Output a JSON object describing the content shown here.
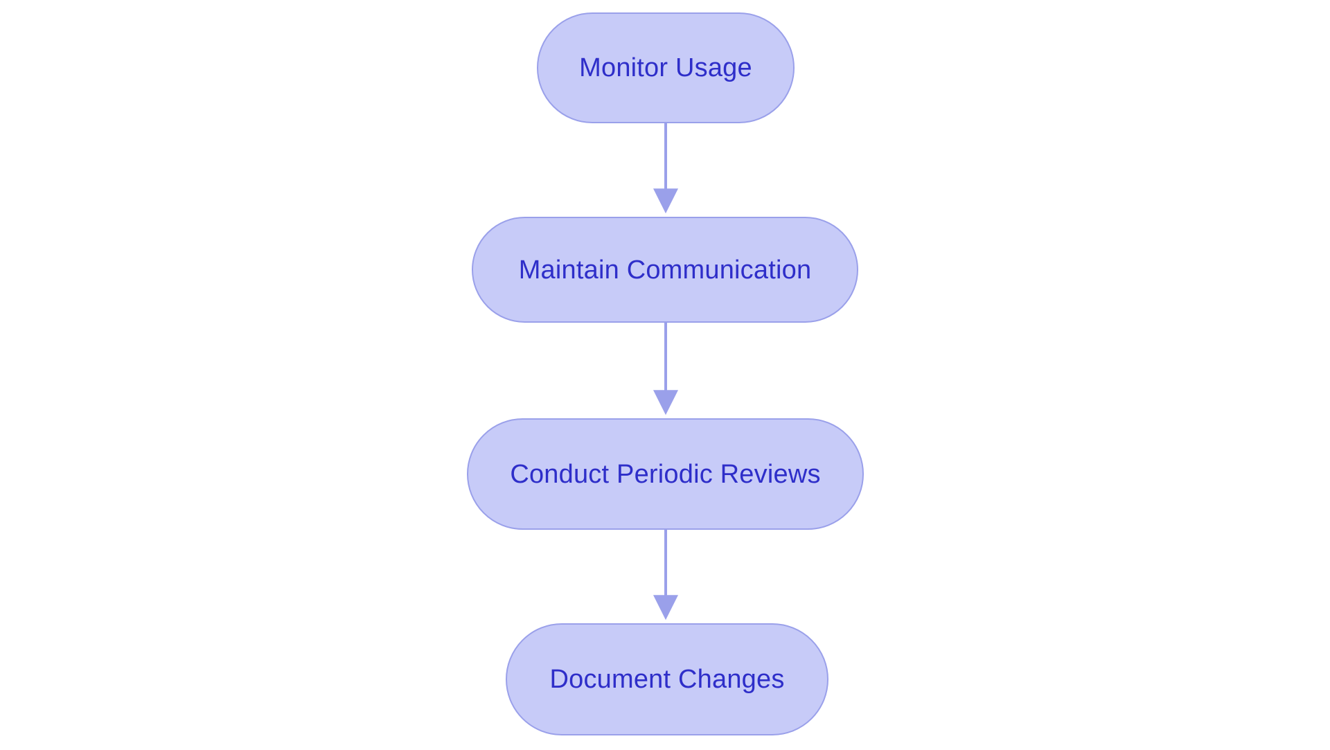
{
  "diagram": {
    "type": "flowchart",
    "orientation": "top-to-bottom",
    "background_color": "#ffffff",
    "node_fill_color": "#c7cbf8",
    "node_border_color": "#9aa0ea",
    "node_text_color": "#2e2ec9",
    "edge_color": "#9aa0ea",
    "node_shape": "stadium",
    "nodes": [
      {
        "id": "monitor-usage",
        "label": "Monitor Usage"
      },
      {
        "id": "maintain-communication",
        "label": "Maintain Communication"
      },
      {
        "id": "conduct-periodic-reviews",
        "label": "Conduct Periodic Reviews"
      },
      {
        "id": "document-changes",
        "label": "Document Changes"
      }
    ],
    "edges": [
      {
        "from": "monitor-usage",
        "to": "maintain-communication",
        "label": "",
        "arrow": "single"
      },
      {
        "from": "maintain-communication",
        "to": "conduct-periodic-reviews",
        "label": "",
        "arrow": "single"
      },
      {
        "from": "conduct-periodic-reviews",
        "to": "document-changes",
        "label": "",
        "arrow": "single"
      }
    ]
  }
}
